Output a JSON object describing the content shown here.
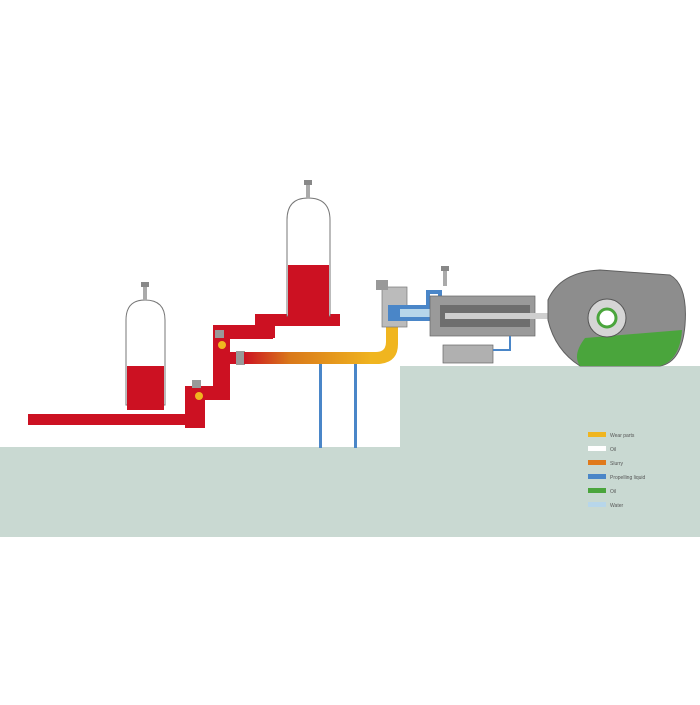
{
  "colors": {
    "background": "#ffffff",
    "ground": "#c9d9d2",
    "wet_pipe": "#cc1122",
    "sand_fill": "#e0a11c",
    "pressure_blue": "#4a86c8",
    "light_blue": "#b7d6ea",
    "engine_grey": "#8d8d8d",
    "engine_green": "#4aa53c"
  },
  "tanks": [
    {
      "label": ""
    },
    {
      "label": ""
    }
  ],
  "legend": {
    "items": [
      {
        "label": "Wear parts",
        "color": "#f0b51f"
      },
      {
        "label": "Oil",
        "color": "#ffffff"
      },
      {
        "label": "Slurry",
        "color": "#e07a1c"
      },
      {
        "label": "Propelling liquid",
        "color": "#4a86c8"
      },
      {
        "label": "Oil",
        "color": "#4aa53c"
      },
      {
        "label": "Water",
        "color": "#b7d6ea"
      }
    ]
  }
}
